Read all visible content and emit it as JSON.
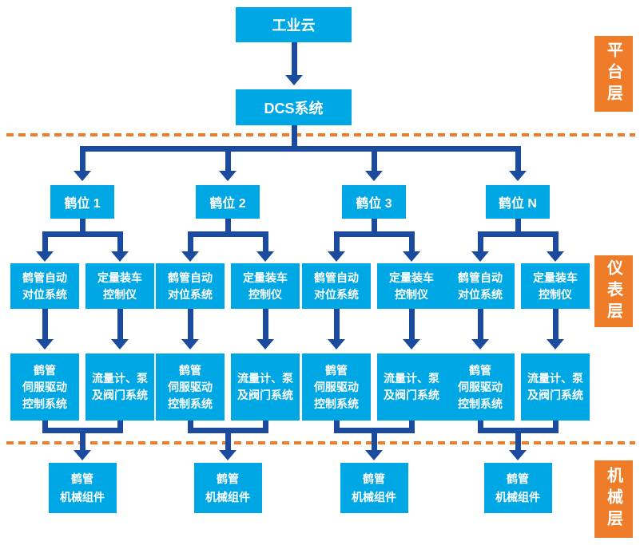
{
  "palette": {
    "cyan": "#00A7E5",
    "blue": "#1A4B9E",
    "orange": "#EE7C28",
    "bg": "#FFFFFF"
  },
  "layers": {
    "platform": "平台层",
    "instrument": "仪表层",
    "mechanical": "机械层"
  },
  "platform": {
    "cloud": "工业云",
    "dcs": "DCS系统"
  },
  "groups": [
    {
      "station": "鹤位 1",
      "auto_align": "鹤管自动\n对位系统",
      "loading_ctrl": "定量装车\n控制仪",
      "servo": "鹤管\n伺服驱动\n控制系统",
      "flow": "流量计、泵\n及阀门系统",
      "mech": "鹤管\n机械组件"
    },
    {
      "station": "鹤位 2",
      "auto_align": "鹤管自动\n对位系统",
      "loading_ctrl": "定量装车\n控制仪",
      "servo": "鹤管\n伺服驱动\n控制系统",
      "flow": "流量计、泵\n及阀门系统",
      "mech": "鹤管\n机械组件"
    },
    {
      "station": "鹤位 3",
      "auto_align": "鹤管自动\n对位系统",
      "loading_ctrl": "定量装车\n控制仪",
      "servo": "鹤管\n伺服驱动\n控制系统",
      "flow": "流量计、泵\n及阀门系统",
      "mech": "鹤管\n机械组件"
    },
    {
      "station": "鹤位 N",
      "auto_align": "鹤管自动\n对位系统",
      "loading_ctrl": "定量装车\n控制仪",
      "servo": "鹤管\n伺服驱动\n控制系统",
      "flow": "流量计、泵\n及阀门系统",
      "mech": "鹤管\n机械组件"
    }
  ]
}
